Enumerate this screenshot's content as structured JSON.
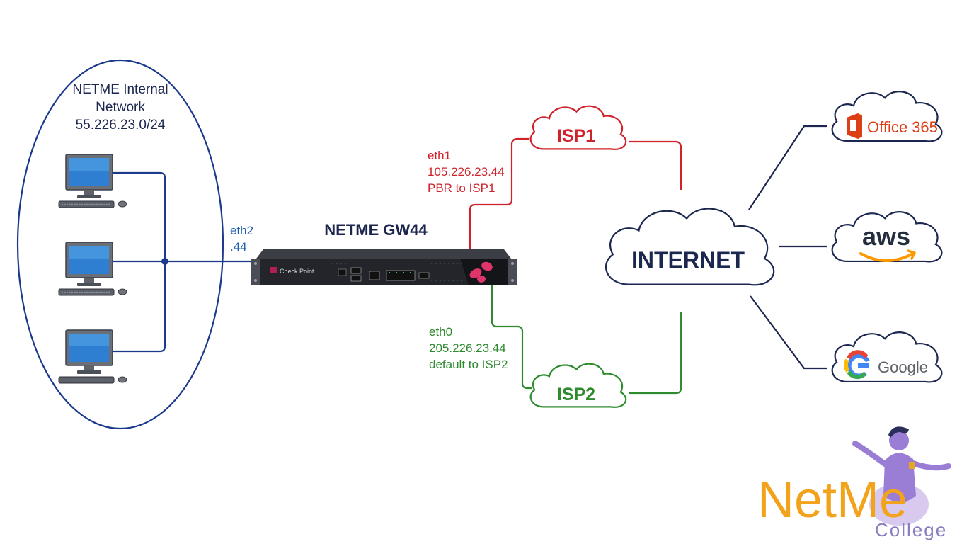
{
  "internal_network": {
    "name_line1": "NETME Internal",
    "name_line2": "Network",
    "subnet": "55.226.23.0/24"
  },
  "gateway": {
    "title": "NETME GW44",
    "brand": "Check Point",
    "eth2": {
      "name": "eth2",
      "ip": ".44"
    },
    "eth1": {
      "name": "eth1",
      "ip": "105.226.23.44",
      "note": "PBR to ISP1"
    },
    "eth0": {
      "name": "eth0",
      "ip": "205.226.23.44",
      "note": "default to ISP2"
    }
  },
  "clouds": {
    "isp1": "ISP1",
    "isp2": "ISP2",
    "internet": "INTERNET"
  },
  "services": {
    "office365": "Office 365",
    "aws": "aws",
    "google": "Google"
  },
  "logo": {
    "word": "NetMe",
    "sub": "College"
  },
  "colors": {
    "navy": "#1b3a8c",
    "dark_navy": "#1c2750",
    "red": "#d0222a",
    "green": "#2e8b2e",
    "blue_label": "#1f5fb0",
    "orange": "#f3a21c",
    "office_red": "#dc3e15",
    "aws_orange": "#ff9900"
  },
  "icons": [
    "computer-icon",
    "gateway-appliance-icon",
    "cloud-icon",
    "office-logo-icon",
    "aws-smile-icon",
    "google-g-icon",
    "mascot-icon"
  ]
}
